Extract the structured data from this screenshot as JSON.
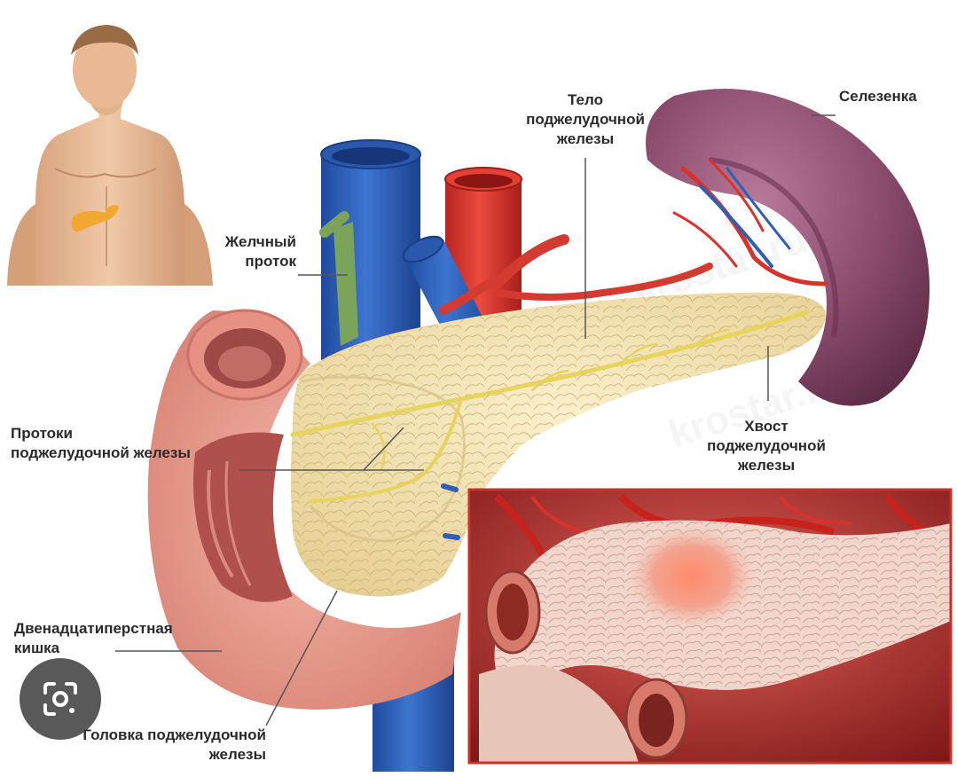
{
  "labels": {
    "body": [
      "Тело",
      "поджелудочной",
      "железы"
    ],
    "spleen": "Селезенка",
    "bile_duct": [
      "Желчный",
      "проток"
    ],
    "ducts": [
      "Протоки",
      "поджелудочной железы"
    ],
    "tail": [
      "Хвост",
      "поджелудочной",
      "железы"
    ],
    "duodenum": [
      "Двенадцатиперстная",
      "кишка"
    ],
    "head": [
      "Головка поджелудочной",
      "железы"
    ]
  },
  "watermark": "krostar.ru",
  "colors": {
    "pancreas": "#f3e3b4",
    "duct": "#e8d96a",
    "vein": "#2f5fb5",
    "artery": "#d8322a",
    "bile": "#7ba35a",
    "spleen": "#8c4c6e",
    "duodenum": "#e69a8e",
    "inset_frame": "#c8302a"
  },
  "icons": {
    "lens": "google-lens-icon"
  }
}
